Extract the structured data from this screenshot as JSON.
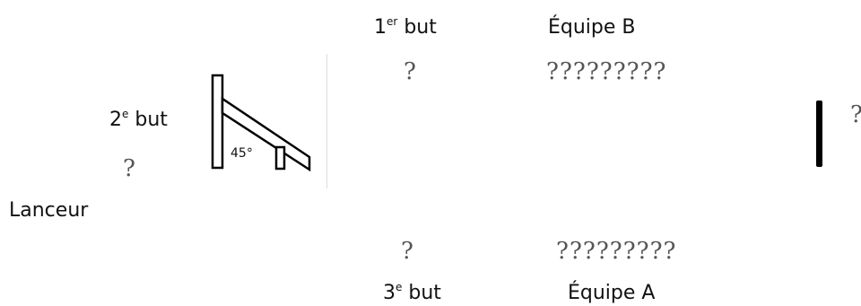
{
  "labels": {
    "first_base_num": "1",
    "first_base_sup": "er",
    "first_base_word": "but",
    "second_base_num": "2",
    "second_base_sup": "e",
    "second_base_word": "but",
    "third_base_num": "3",
    "third_base_sup": "e",
    "third_base_word": "but",
    "team_b": "Équipe B",
    "team_a": "Équipe A",
    "pitcher": "Lanceur",
    "angle": "45°"
  },
  "placeholders": {
    "first_base": "?",
    "team_b": "?????????",
    "second_base": "?",
    "third_base": "?",
    "team_a": "?????????",
    "right_edge": "?"
  },
  "icons": {
    "ramp": "launch-ramp-icon",
    "right_bar": "vertical-bar"
  }
}
